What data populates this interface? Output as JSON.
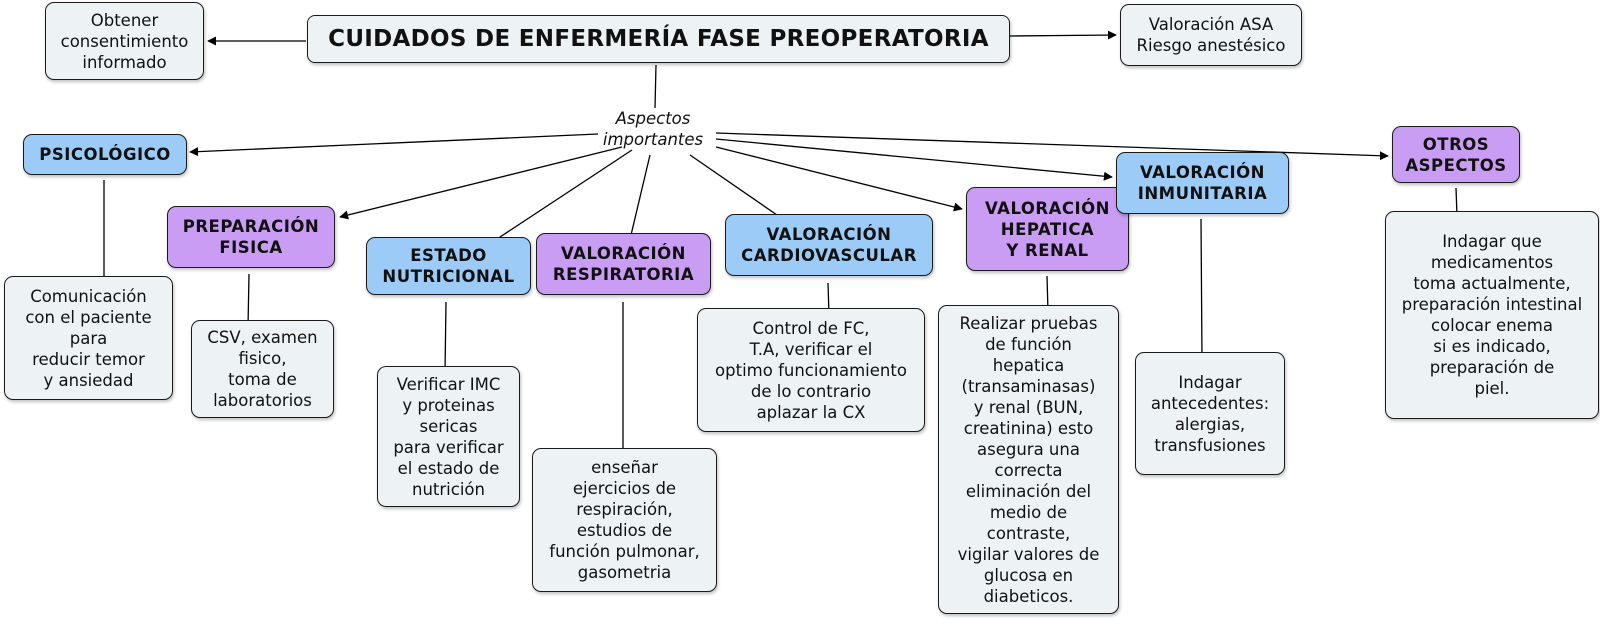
{
  "title": "CUIDADOS DE ENFERMERÍA FASE PREOPERATORIA",
  "consent": "Obtener\nconsentimiento\ninformado",
  "asa": "Valoración ASA\nRiesgo anestésico",
  "link_label": "Aspectos\nimportantes",
  "categories": {
    "psicologico": "PSICOLÓGICO",
    "preparacion": "PREPARACIÓN\nFISICA",
    "nutricional": "ESTADO\nNUTRICIONAL",
    "respiratoria": "VALORACIÓN\nRESPIRATORIA",
    "cardiovascular": "VALORACIÓN\nCARDIOVASCULAR",
    "hepatica": "VALORACIÓN\nHEPATICA\nY RENAL",
    "inmunitaria": "VALORACIÓN\nINMUNITARIA",
    "otros": "OTROS\nASPECTOS"
  },
  "details": {
    "psicologico": "Comunicación\ncon  el paciente\npara\nreducir temor\ny ansiedad",
    "preparacion": "CSV, examen\nfisico,\ntoma de\nlaboratorios",
    "nutricional": "Verificar IMC\ny proteinas\nsericas\npara verificar\nel estado de\nnutrición",
    "respiratoria": "enseñar\nejercicios de\nrespiración,\nestudios de\nfunción pulmonar,\ngasometria",
    "cardiovascular": "Control de FC,\nT.A, verificar el\noptimo funcionamiento\nde lo contrario\naplazar la CX",
    "hepatica": "Realizar pruebas\nde función\nhepatica\n(transaminasas)\ny renal (BUN,\ncreatinina) esto\nasegura una\ncorrecta\neliminación del\nmedio de\ncontraste,\nvigilar valores de\nglucosa en\ndiabeticos.",
    "inmunitaria": "Indagar\nantecedentes:\nalergias,\ntransfusiones",
    "otros": "Indagar que\nmedicamentos\ntoma actualmente,\npreparación intestinal\ncolocar enema\nsi es indicado,\npreparación de\npiel."
  },
  "colors": {
    "category_blue": "#9ccbf8",
    "category_purple": "#c99df4",
    "detail_fill": "#edf3f4",
    "connector": "#000000"
  }
}
